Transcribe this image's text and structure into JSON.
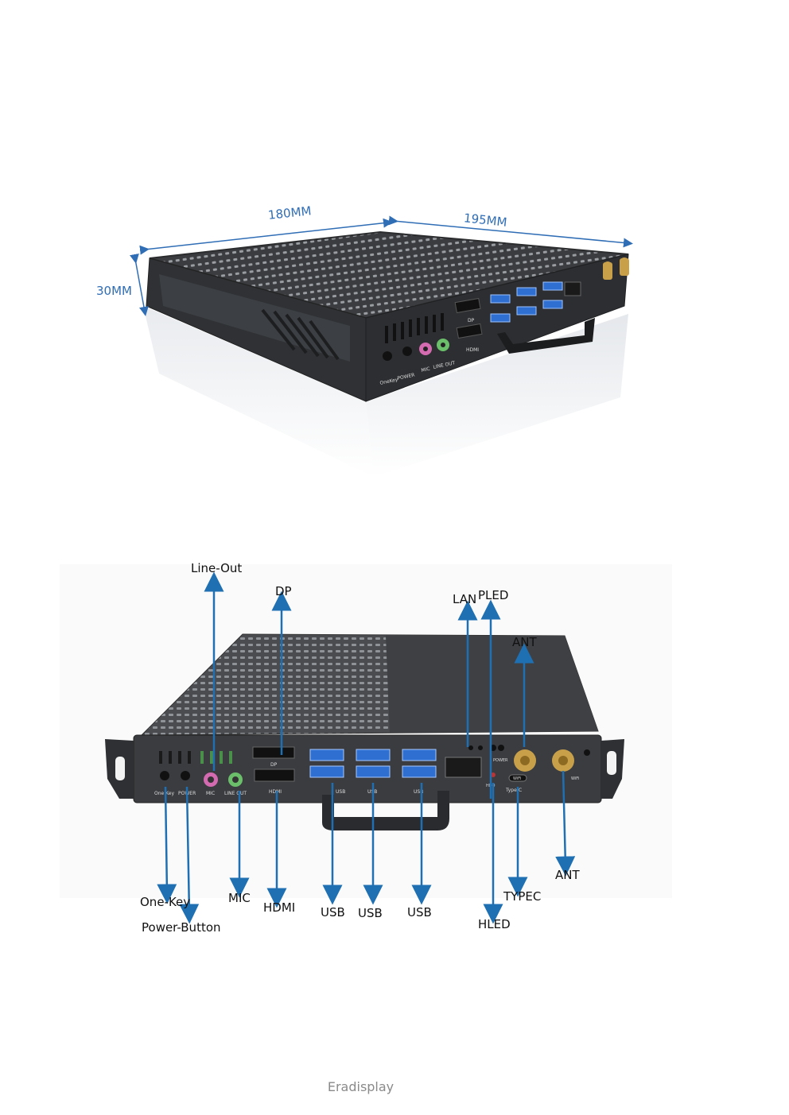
{
  "dimensions": {
    "width_label": "180MM",
    "depth_label": "195MM",
    "height_label": "30MM"
  },
  "top_panel_print": {
    "onekey": "OneKey",
    "power": "POWER",
    "mic": "MIC",
    "line_out": "LINE OUT",
    "dp": "DP",
    "hdmi": "HDMI"
  },
  "callouts": {
    "line_out": "Line-Out",
    "dp": "DP",
    "lan": "LAN",
    "pled": "PLED",
    "ant_top": "ANT",
    "one_key": "One-Key",
    "power_button": "Power-Button",
    "mic": "MIC",
    "hdmi": "HDMI",
    "usb_1": "USB",
    "usb_2": "USB",
    "usb_3": "USB",
    "hled": "HLED",
    "typec": "TYPEC",
    "ant_bottom": "ANT"
  },
  "bottom_panel_print": {
    "onekey": "One Key",
    "power": "POWER",
    "mic": "MIC",
    "line_out": "LINE OUT",
    "dp": "DP",
    "hdmi": "HDMI",
    "usb": "USB",
    "hdd": "HDD",
    "power_led": "POWER",
    "typec": "Type-C",
    "wifi": "WiFi"
  },
  "footer": {
    "brand": "Eradisplay"
  },
  "colors": {
    "arrow": "#1f6fb3",
    "dimension_text": "#2f6db5",
    "chassis": "#3b3d40",
    "usb_port": "#2e6fd1",
    "mic_jack": "#d46bb0",
    "line_out_jack": "#6bbf6b",
    "antenna": "#c9a04a"
  }
}
